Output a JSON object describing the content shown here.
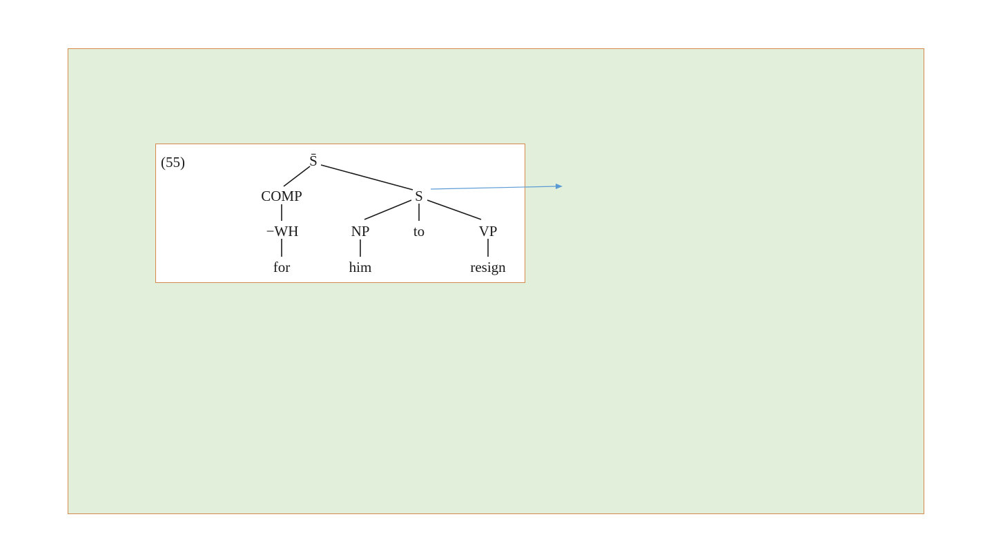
{
  "example_number": "(55)",
  "nodes": {
    "sbar": "S̄",
    "comp": "COMP",
    "s": "S",
    "wh": "−WH",
    "np": "NP",
    "to": "to",
    "vp": "VP",
    "for": "for",
    "him": "him",
    "resign": "resign"
  },
  "colors": {
    "slide_bg": "#e2efda",
    "border": "#d4894a",
    "arrow": "#5b9bd5",
    "ink": "#1a1a1a"
  },
  "icons": {
    "arrow": "arrow-right-icon"
  }
}
